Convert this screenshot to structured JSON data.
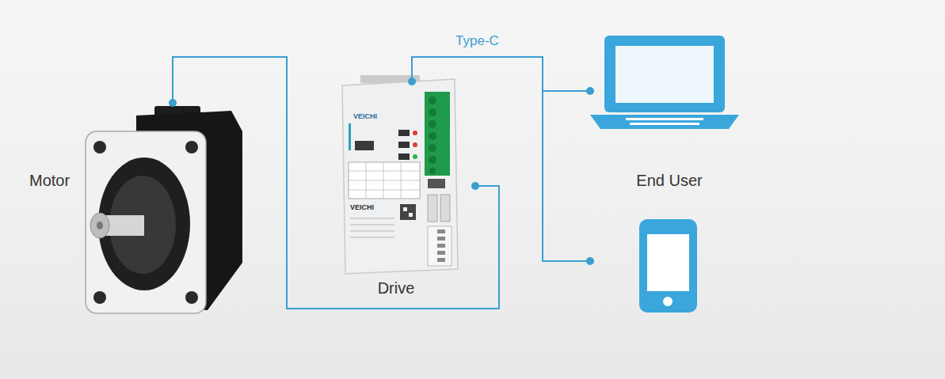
{
  "diagram": {
    "nodes": [
      {
        "text": [
          "Motor"
        ]
      },
      {
        "text": [
          "Drive"
        ]
      },
      {
        "text": [
          "End User"
        ]
      }
    ],
    "edges": [
      {
        "from": 0,
        "to": 1,
        "arrow": "none"
      },
      {
        "from": 1,
        "to": 2,
        "label": "Type-C",
        "arrow": "none"
      }
    ],
    "labels": [
      "VEICHI",
      "VEICHI"
    ]
  }
}
